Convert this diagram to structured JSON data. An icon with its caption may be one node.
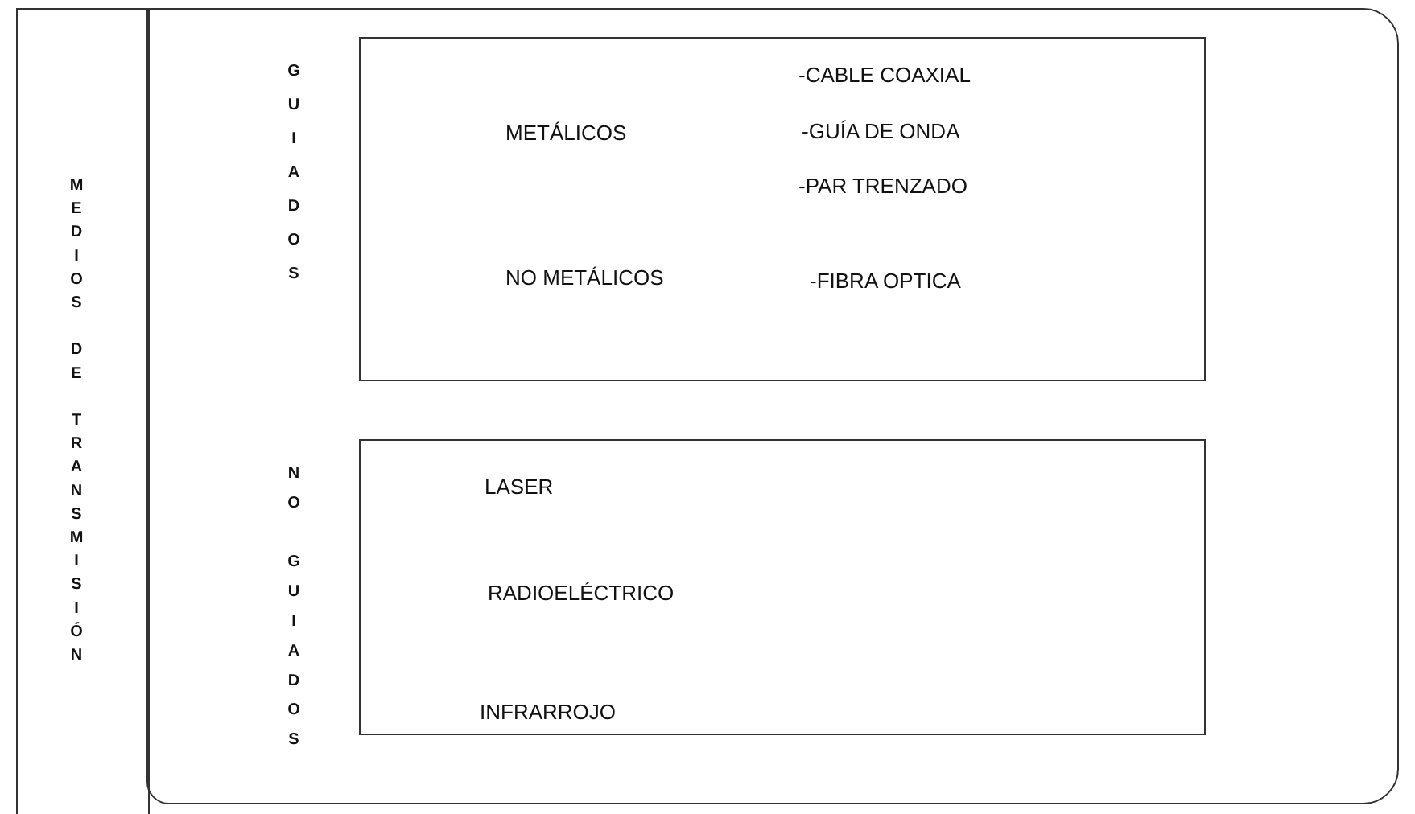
{
  "diagram": {
    "nodes": [
      {
        "text": [
          "MEDIOS DE TRANSMISIÓN"
        ]
      },
      {
        "text": [],
        "shape": "box"
      },
      {
        "text": [
          "GUIADOS",
          "METÁLICOS",
          "-CABLE COAXIAL",
          "-GUÍA DE ONDA",
          "-PAR TRENZADO",
          "NO METÁLICOS",
          "-FIBRA OPTICA"
        ],
        "in": 1
      },
      {
        "text": [
          "NO GUIADOS",
          "LASER",
          "RADIOELÉCTRICO",
          "INFRARROJO"
        ],
        "in": 1
      }
    ]
  }
}
